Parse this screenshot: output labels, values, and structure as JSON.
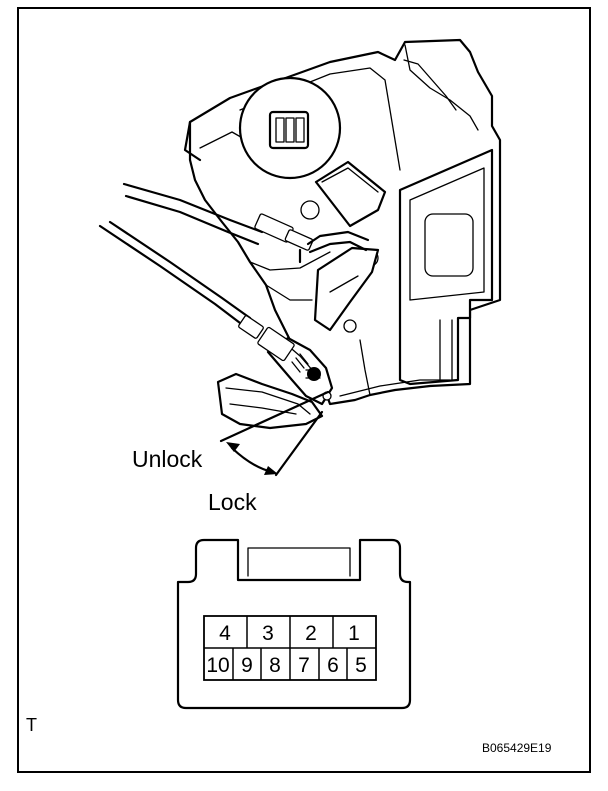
{
  "diagram": {
    "labels": {
      "unlock": "Unlock",
      "lock": "Lock",
      "corner_mark": "T",
      "figure_code": "B065429E19"
    },
    "connector": {
      "pins_top": [
        "4",
        "3",
        "2",
        "1"
      ],
      "pins_bottom": [
        "10",
        "9",
        "8",
        "7",
        "6",
        "5"
      ]
    }
  }
}
